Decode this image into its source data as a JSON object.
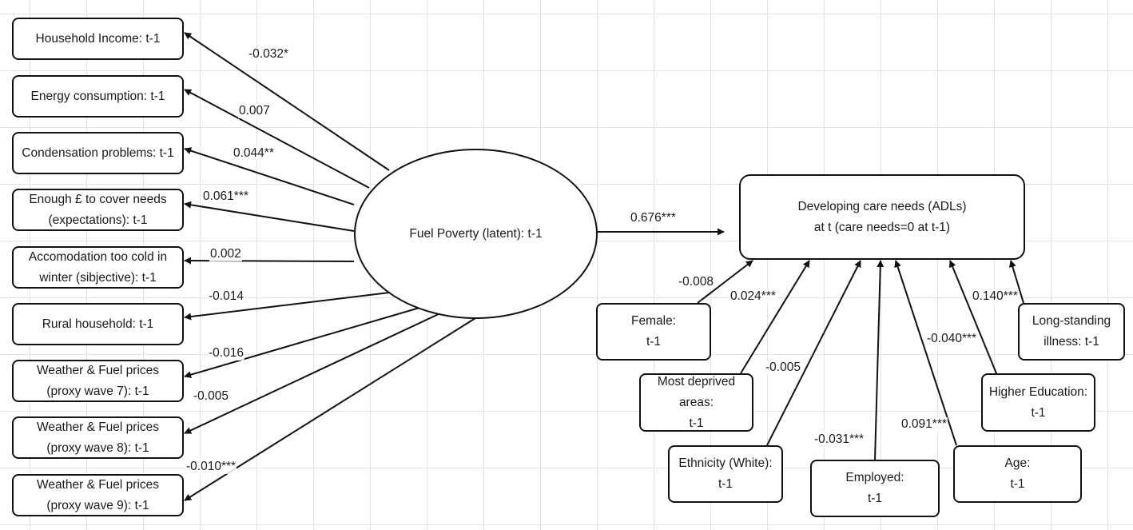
{
  "latent": {
    "label": "Fuel Poverty (latent): t-1"
  },
  "outcome": {
    "line1": "Developing care needs (ADLs)",
    "line2": "at t (care needs=0 at t-1)"
  },
  "main_path": {
    "coef": "0.676***"
  },
  "indicators": [
    {
      "line1": "Household Income: t-1",
      "line2": "",
      "coef": "-0.032*"
    },
    {
      "line1": "Energy consumption: t-1",
      "line2": "",
      "coef": "0.007"
    },
    {
      "line1": "Condensation problems: t-1",
      "line2": "",
      "coef": "0.044**"
    },
    {
      "line1": "Enough £ to cover needs",
      "line2": "(expectations): t-1",
      "coef": "0.061***"
    },
    {
      "line1": "Accomodation too cold in",
      "line2": "winter (sibjective): t-1",
      "coef": "0.002"
    },
    {
      "line1": "Rural household: t-1",
      "line2": "",
      "coef": "-0.014"
    },
    {
      "line1": "Weather & Fuel prices",
      "line2": "(proxy wave 7): t-1",
      "coef": "-0.016"
    },
    {
      "line1": "Weather & Fuel prices",
      "line2": "(proxy wave 8): t-1",
      "coef": "-0.005"
    },
    {
      "line1": "Weather & Fuel prices",
      "line2": "(proxy wave 9): t-1",
      "coef": "-0.010***"
    }
  ],
  "covariates": [
    {
      "line1": "Female:",
      "line2": "t-1",
      "line3": "",
      "coef": "-0.008"
    },
    {
      "line1": "Most deprived",
      "line2": "areas:",
      "line3": "t-1",
      "coef": "0.024***"
    },
    {
      "line1": "Ethnicity (White):",
      "line2": "t-1",
      "line3": "",
      "coef": "-0.005"
    },
    {
      "line1": "Employed:",
      "line2": "t-1",
      "line3": "",
      "coef": "-0.031***"
    },
    {
      "line1": "Age:",
      "line2": "t-1",
      "line3": "",
      "coef": "0.091***"
    },
    {
      "line1": "Higher Education:",
      "line2": "t-1",
      "line3": "",
      "coef": "-0.040***"
    },
    {
      "line1": "Long-standing",
      "line2": "illness: t-1",
      "line3": "",
      "coef": "0.140***"
    }
  ],
  "colors": {
    "stroke": "#111111",
    "grid": "#e3e3e3"
  }
}
